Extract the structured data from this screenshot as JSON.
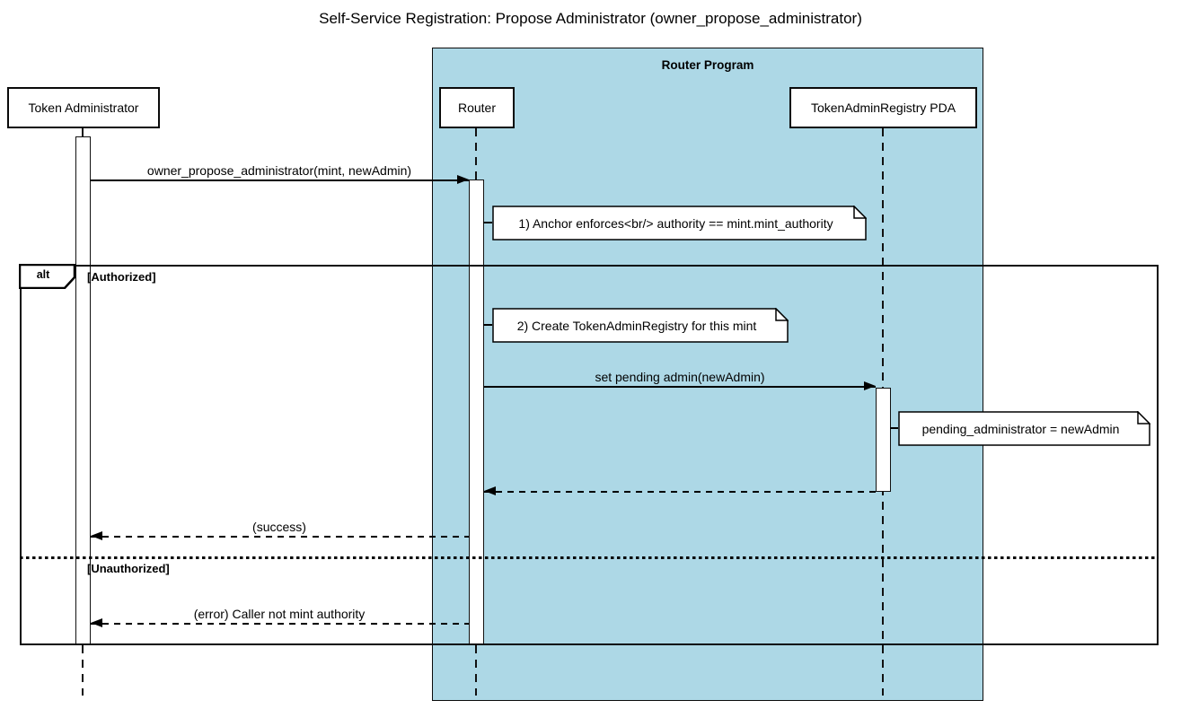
{
  "diagram": {
    "title": "Self-Service Registration: Propose Administrator (owner_propose_administrator)",
    "type": "sequence-diagram"
  },
  "container": {
    "label": "Router Program"
  },
  "participants": {
    "token_admin": {
      "label": "Token Administrator"
    },
    "router": {
      "label": "Router"
    },
    "registry_pda": {
      "label": "TokenAdminRegistry PDA"
    }
  },
  "messages": {
    "propose": {
      "label": "owner_propose_administrator(mint, newAdmin)",
      "style": "solid",
      "from": "token_admin",
      "to": "router"
    },
    "set_pending": {
      "label": "set pending admin(newAdmin)",
      "style": "solid",
      "from": "router",
      "to": "registry_pda"
    },
    "pda_return": {
      "label": "",
      "style": "dashed",
      "from": "registry_pda",
      "to": "router"
    },
    "success": {
      "label": "(success)",
      "style": "dashed",
      "from": "router",
      "to": "token_admin"
    },
    "error": {
      "label": "(error) Caller not mint authority",
      "style": "dashed",
      "from": "router",
      "to": "token_admin"
    }
  },
  "notes": {
    "anchor_enforces": {
      "text": "1) Anchor enforces<br/> authority == mint.mint_authority"
    },
    "create_registry": {
      "text": "2) Create TokenAdminRegistry for this mint"
    },
    "pending_admin": {
      "text": "pending_administrator = newAdmin"
    }
  },
  "alt": {
    "operator": "alt",
    "branch_authorized": "[Authorized]",
    "branch_unauthorized": "[Unauthorized]"
  },
  "colors": {
    "container_fill": "#add8e6",
    "line": "#000000",
    "note_fill": "#ffffff",
    "background": "#ffffff"
  }
}
